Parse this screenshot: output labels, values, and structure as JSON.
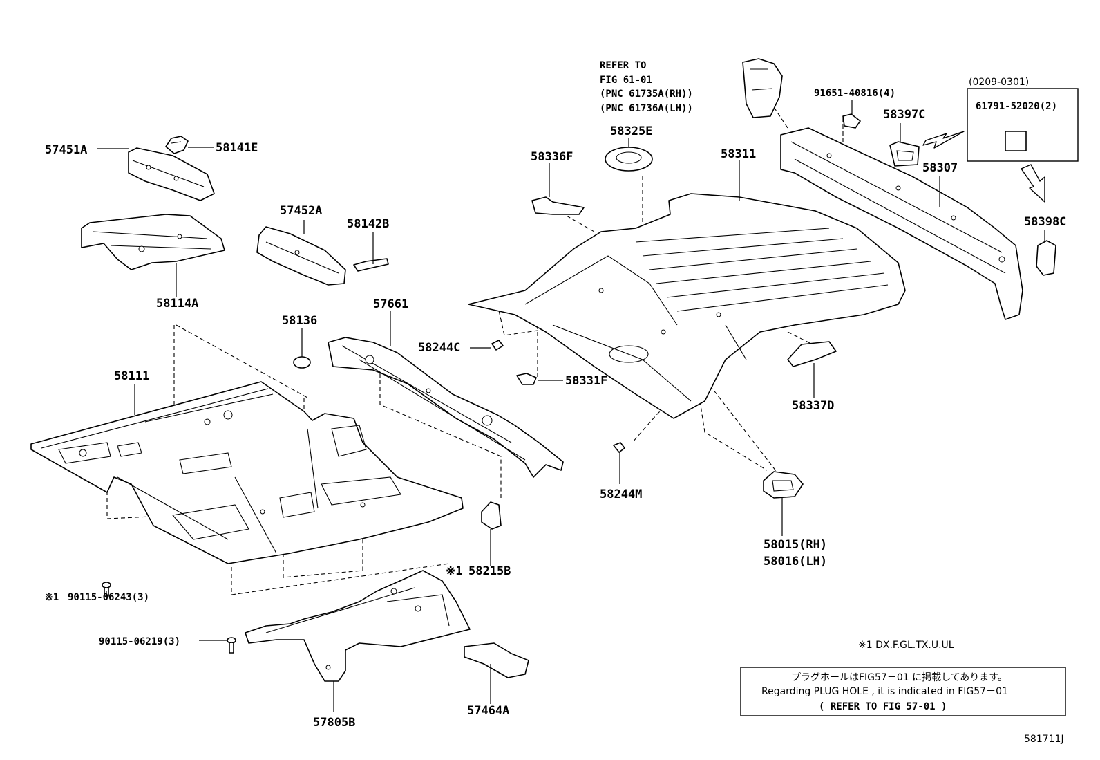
{
  "labels": {
    "p58141E": "58141E",
    "p57451A": "57451A",
    "p58114A": "58114A",
    "p57452A": "57452A",
    "p58142B": "58142B",
    "p58136": "58136",
    "p57661": "57661",
    "p58111": "58111",
    "p58244C": "58244C",
    "p58331F": "58331F",
    "p58215B": "58215B",
    "p58215B_mark": "※1",
    "p90115_06243": "90115-06243(3)",
    "p90115_06243_mark": "※1",
    "p90115_06219": "90115-06219(3)",
    "p57805B": "57805B",
    "p57464A": "57464A",
    "p58336F": "58336F",
    "p58325E": "58325E",
    "p58311": "58311",
    "p58244M": "58244M",
    "p58337D": "58337D",
    "p58015": "58015(RH)",
    "p58016": "58016(LH)",
    "p91651": "91651-40816(4)",
    "p58397C": "58397C",
    "p58307": "58307",
    "p58398C": "58398C",
    "p61791": "61791-52020(2)",
    "date_range": "(0209-0301)"
  },
  "refer": {
    "line1": "REFER TO",
    "line2": "FIG 61-01",
    "line3": "(PNC 61735A(RH))",
    "line4": "(PNC 61736A(LH))"
  },
  "footnote": "※1 DX.F.GL.TX.U.UL",
  "note_box": {
    "line_jp": "プラグホールはFIG57－01 に掲載してあります。",
    "line_en": "Regarding PLUG HOLE , it is indicated in FIG57－01",
    "line_ref": "(  REFER TO FIG 57-01  )"
  },
  "figure_code": "581711J"
}
